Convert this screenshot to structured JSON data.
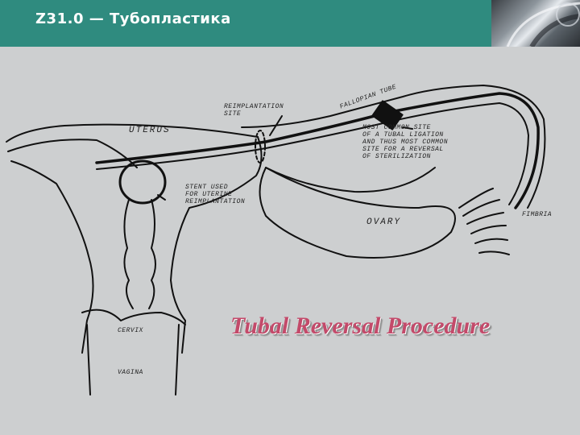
{
  "header": {
    "title": "Z31.0 — Тубопластика"
  },
  "diagram": {
    "labels": {
      "uterus": "UTERUS",
      "reimplantation_site": "REIMPLANTATION\nSITE",
      "fallopian_tube": "FALLOPIAN TUBE",
      "most_common_site": "MOST COMMON SITE\nOF A TUBAL LIGATION\nAND THUS MOST COMMON\nSITE FOR A REVERSAL\nOF STERILIZATION",
      "stent": "STENT USED\nFOR UTERINE\nREIMPLANTATION",
      "ovary": "OVARY",
      "fimbria": "FIMBRIA",
      "cervix": "CERVIX",
      "vagina": "VAGINA"
    },
    "caption": "Tubal Reversal Procedure"
  },
  "colors": {
    "header_bg": "#2f8b7f",
    "slide_bg": "#cdcfd0",
    "caption": "#c34a6a"
  }
}
